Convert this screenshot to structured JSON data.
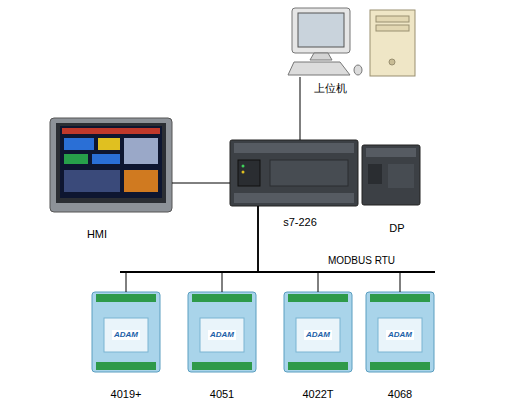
{
  "diagram": {
    "nodes": [
      {
        "text": [
          "上位机"
        ]
      },
      {
        "text": [
          "HMI"
        ]
      },
      {
        "text": [
          "s7-226"
        ]
      },
      {
        "text": [
          "DP"
        ]
      },
      {
        "text": [
          "4019+"
        ]
      },
      {
        "text": [
          "4051"
        ]
      },
      {
        "text": [
          "4022T"
        ]
      },
      {
        "text": [
          "4068"
        ]
      }
    ],
    "edges": [
      {
        "from": 0,
        "to": 2,
        "arrow": "none"
      },
      {
        "from": 1,
        "to": 2,
        "arrow": "none"
      },
      {
        "from": 2,
        "to": 4,
        "arrow": "none"
      },
      {
        "from": 2,
        "to": 5,
        "arrow": "none"
      },
      {
        "from": 2,
        "to": 6,
        "arrow": "none"
      },
      {
        "from": 2,
        "to": 7,
        "arrow": "none"
      }
    ],
    "labels": [
      "MODBUS RTU",
      "ADAM",
      "ADAM",
      "ADAM",
      "ADAM"
    ]
  }
}
